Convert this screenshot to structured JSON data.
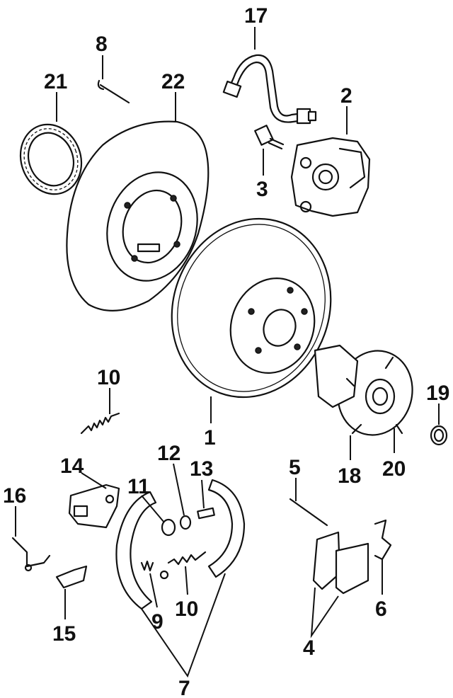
{
  "diagram": {
    "callouts": [
      {
        "id": "c17",
        "label": "17"
      },
      {
        "id": "c8",
        "label": "8"
      },
      {
        "id": "c21",
        "label": "21"
      },
      {
        "id": "c22",
        "label": "22"
      },
      {
        "id": "c2",
        "label": "2"
      },
      {
        "id": "c3",
        "label": "3"
      },
      {
        "id": "c10a",
        "label": "10"
      },
      {
        "id": "c19",
        "label": "19"
      },
      {
        "id": "c1",
        "label": "1"
      },
      {
        "id": "c12",
        "label": "12"
      },
      {
        "id": "c13",
        "label": "13"
      },
      {
        "id": "c14",
        "label": "14"
      },
      {
        "id": "c11",
        "label": "11"
      },
      {
        "id": "c5",
        "label": "5"
      },
      {
        "id": "c18",
        "label": "18"
      },
      {
        "id": "c20",
        "label": "20"
      },
      {
        "id": "c16",
        "label": "16"
      },
      {
        "id": "c9",
        "label": "9"
      },
      {
        "id": "c10b",
        "label": "10"
      },
      {
        "id": "c6",
        "label": "6"
      },
      {
        "id": "c15",
        "label": "15"
      },
      {
        "id": "c4",
        "label": "4"
      },
      {
        "id": "c7",
        "label": "7"
      }
    ]
  }
}
